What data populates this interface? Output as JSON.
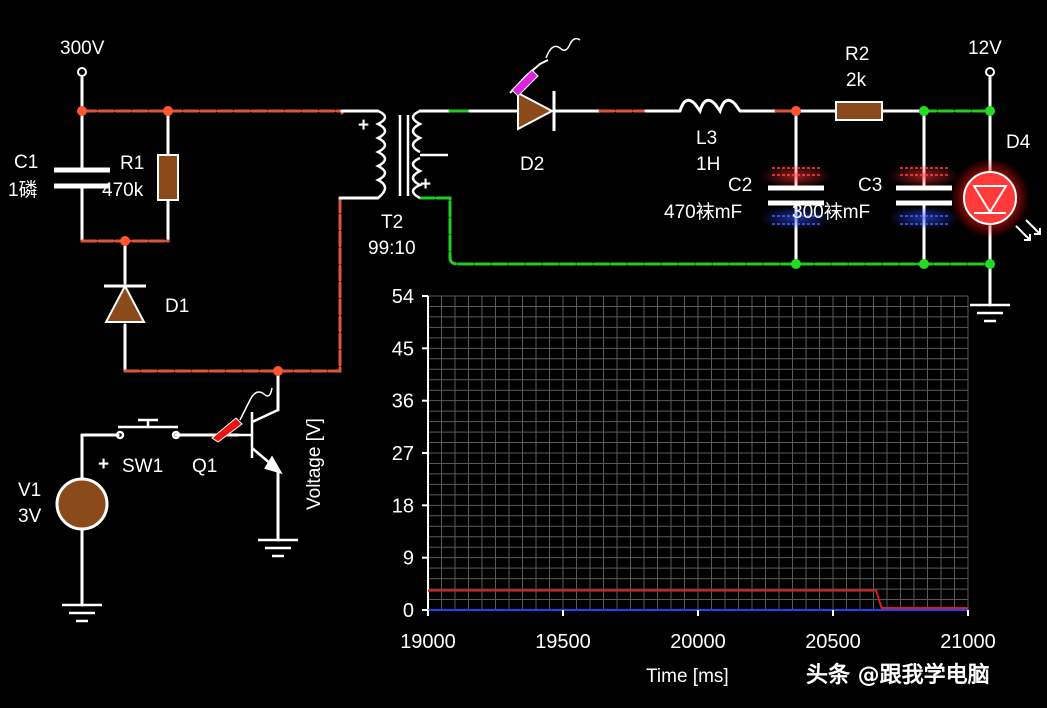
{
  "colors": {
    "background": "#000000",
    "wire_white": "#ffffff",
    "wire_red": "#e0553a",
    "wire_green": "#22cc22",
    "node_red": "#ff5533",
    "node_green": "#22dd22",
    "component_brown": "#8b4a1a",
    "led_glow": "#ff2a2a",
    "trace_red": "#d02020",
    "trace_blue": "#2040ff",
    "grid": "#5a5a5a"
  },
  "labels": {
    "v300": "300V",
    "v12": "12V",
    "c1_name": "C1",
    "c1_value": "1磷",
    "r1_name": "R1",
    "r1_value": "470k",
    "d1_name": "D1",
    "t2_name": "T2",
    "t2_ratio": "99:10",
    "d2_name": "D2",
    "l3_name": "L3",
    "l3_value": "1H",
    "r2_name": "R2",
    "r2_value": "2k",
    "c2_name": "C2",
    "c2_value": "470袜mF",
    "c3_name": "C3",
    "c3_value": "300袜mF",
    "d4_name": "D4",
    "v1_name": "V1",
    "v1_value": "3V",
    "sw1_name": "SW1",
    "q1_name": "Q1",
    "plus": "+"
  },
  "icons": [
    "voltage-probe-icon",
    "ground-icon",
    "led-light-arrows-icon",
    "current-probe-icon"
  ],
  "chart_data": {
    "type": "line",
    "xlabel": "Time [ms]",
    "ylabel": "Voltage [V]",
    "xlim": [
      19000,
      21000
    ],
    "ylim": [
      0,
      54
    ],
    "x_ticks": [
      19000,
      19500,
      20000,
      20500,
      21000
    ],
    "y_ticks": [
      0,
      9,
      18,
      27,
      36,
      45,
      54
    ],
    "grid": true,
    "series": [
      {
        "color": "#d02020",
        "points": [
          [
            19000,
            3
          ],
          [
            20660,
            3
          ],
          [
            20680,
            0
          ],
          [
            21000,
            0
          ]
        ]
      },
      {
        "color": "#2040ff",
        "points": [
          [
            19000,
            0
          ],
          [
            21000,
            0
          ]
        ]
      }
    ]
  },
  "watermark": "头条 @跟我学电脑"
}
